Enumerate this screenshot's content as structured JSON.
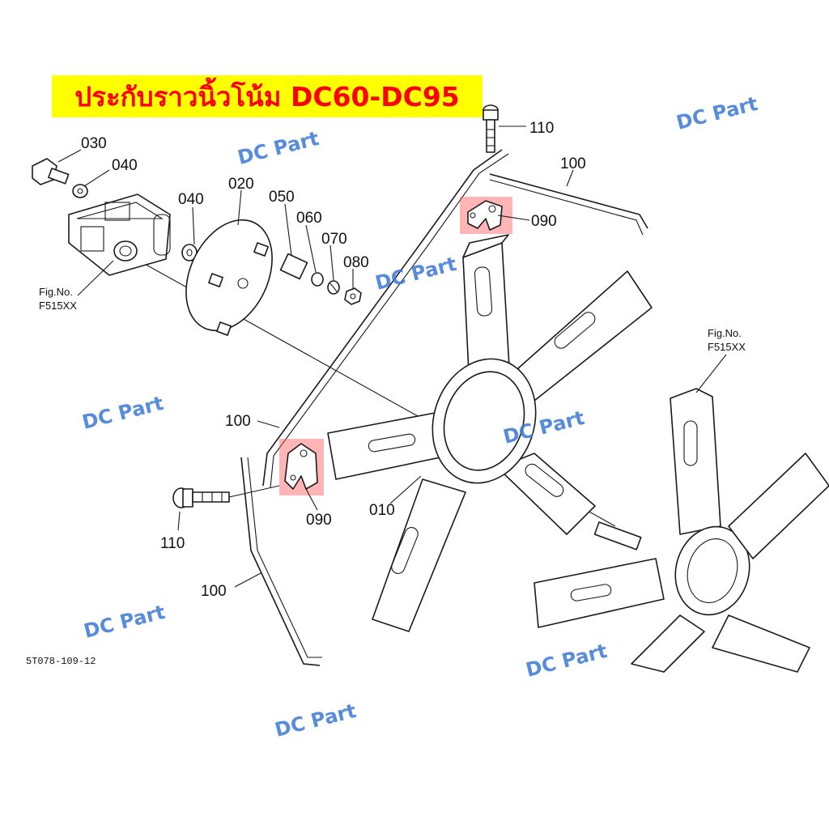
{
  "title": "ประกับราวนิ้วโน้ม DC60-DC95",
  "watermark": "DC Part",
  "drawing_code": "5T078-109-12",
  "fig_ref": {
    "prefix": "Fig.No.",
    "number": "F515XX"
  },
  "callouts": {
    "p010": "010",
    "p020": "020",
    "p030": "030",
    "p040a": "040",
    "p040b": "040",
    "p050": "050",
    "p060": "060",
    "p070": "070",
    "p080": "080",
    "p090top": "090",
    "p090bot": "090",
    "p100top": "100",
    "p100mid": "100",
    "p100bot": "100",
    "p110top": "110",
    "p110bot": "110"
  },
  "colors": {
    "title_bg": "#ffff00",
    "title_text": "#ff0000",
    "watermark": "#3a78d6",
    "highlight": "#ff5a5a"
  }
}
